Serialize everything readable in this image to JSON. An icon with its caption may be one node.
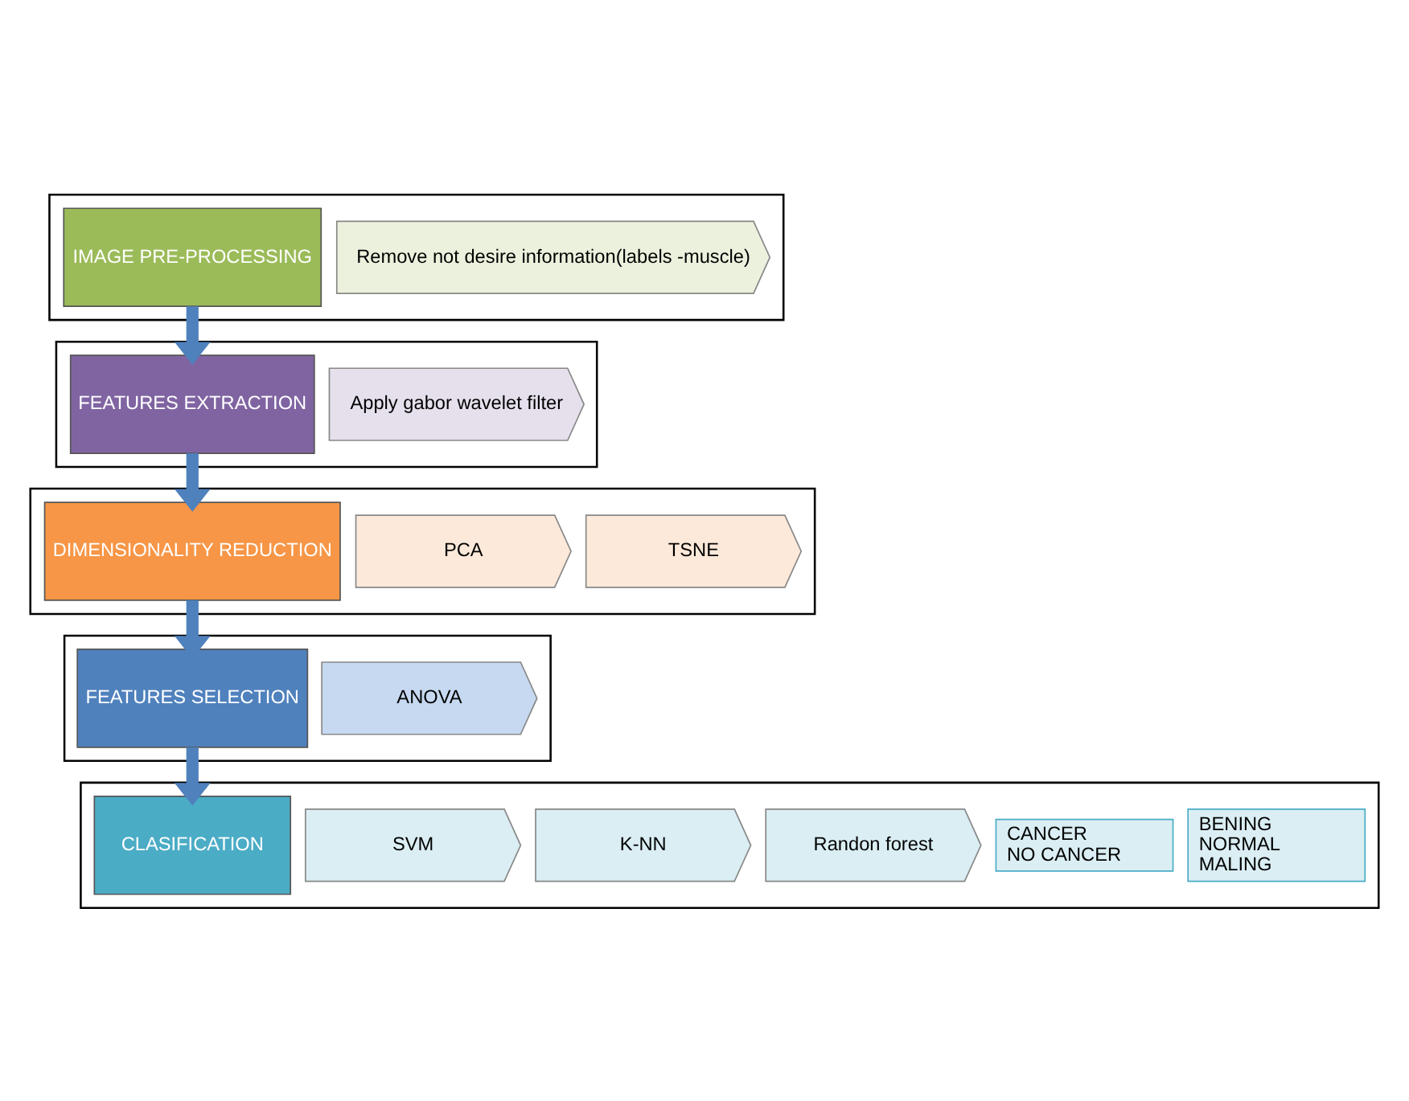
{
  "diagram": {
    "nodes": [
      {
        "text": [],
        "shape": "box"
      },
      {
        "text": [
          "IMAGE PRE-PROCESSING"
        ],
        "in": 0
      },
      {
        "text": [
          "Remove not desire information(labels -muscle)"
        ],
        "in": 0
      },
      {
        "text": [],
        "shape": "box"
      },
      {
        "text": [
          "FEATURES EXTRACTION"
        ],
        "in": 3
      },
      {
        "text": [
          "Apply gabor wavelet filter"
        ],
        "in": 3
      },
      {
        "text": [],
        "shape": "box"
      },
      {
        "text": [
          "DIMENSIONALITY REDUCTION"
        ],
        "in": 6
      },
      {
        "text": [
          "PCA"
        ],
        "in": 6
      },
      {
        "text": [
          "TSNE"
        ],
        "in": 6
      },
      {
        "text": [],
        "shape": "box"
      },
      {
        "text": [
          "FEATURES SELECTION"
        ],
        "in": 10
      },
      {
        "text": [
          "ANOVA"
        ],
        "in": 10
      },
      {
        "text": [],
        "shape": "box"
      },
      {
        "text": [
          "CLASIFICATION"
        ],
        "in": 13
      },
      {
        "text": [
          "SVM"
        ],
        "in": 13
      },
      {
        "text": [
          "K-NN"
        ],
        "in": 13
      },
      {
        "text": [
          "Randon forest"
        ],
        "in": 13
      },
      {
        "text": [
          "CANCER",
          "NO CANCER"
        ],
        "in": 13
      },
      {
        "text": [
          "BENING",
          "NORMAL",
          "MALING"
        ],
        "in": 13
      }
    ],
    "edges": [
      {
        "from": 1,
        "to": 4,
        "arrow": "to"
      },
      {
        "from": 4,
        "to": 7,
        "arrow": "to"
      },
      {
        "from": 7,
        "to": 11,
        "arrow": "to"
      },
      {
        "from": 11,
        "to": 14,
        "arrow": "to"
      }
    ]
  }
}
